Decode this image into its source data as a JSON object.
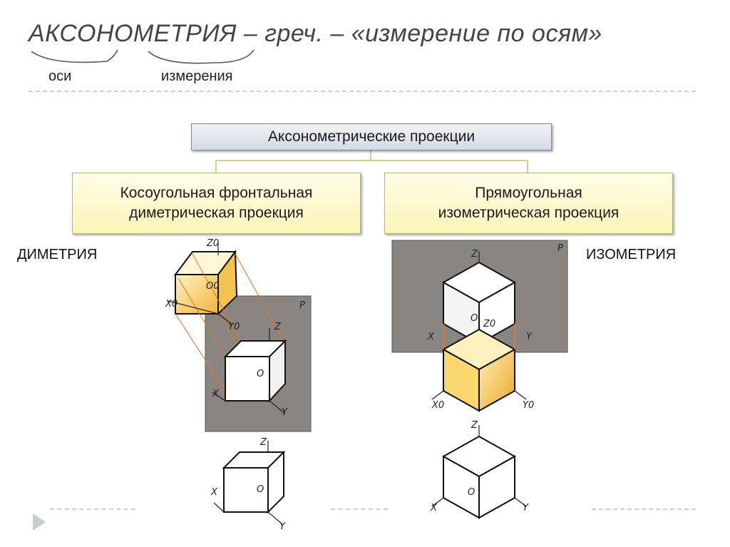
{
  "header": {
    "title": "АКСОНОМЕТРИЯ – греч. – «измерение по осям»",
    "part_axes": "оси",
    "part_measure": "измерения"
  },
  "tree": {
    "root": "Аксонометрические проекции",
    "left": {
      "line1": "Косоугольная фронтальная",
      "line2": "диметрическая проекция"
    },
    "right": {
      "line1": "Прямоугольная",
      "line2": "изометрическая проекция"
    }
  },
  "labels": {
    "dimetry": "ДИМЕТРИЯ",
    "isometry": "ИЗОМЕТРИЯ"
  },
  "figure_left": {
    "z0": "Z0",
    "o0": "O0",
    "x0": "X0",
    "y0": "Y0",
    "plane": "P",
    "z": "Z",
    "o": "O",
    "x": "X",
    "y": "Y",
    "z2": "Z",
    "o2": "O",
    "x2": "X",
    "y2": "Y"
  },
  "figure_right": {
    "plane": "P",
    "z": "Z",
    "o": "O",
    "z0": "Z0",
    "x": "X",
    "y": "Y",
    "x0": "X0",
    "y0": "Y0",
    "z2": "Z",
    "o2": "O",
    "x2": "X",
    "y2": "Y"
  },
  "colors": {
    "gray_plane": "#8a8580",
    "yellow_face": "#f6c24a",
    "tree_line": "#d7cf8a"
  },
  "icons": {
    "nav": "play-triangle-icon"
  }
}
